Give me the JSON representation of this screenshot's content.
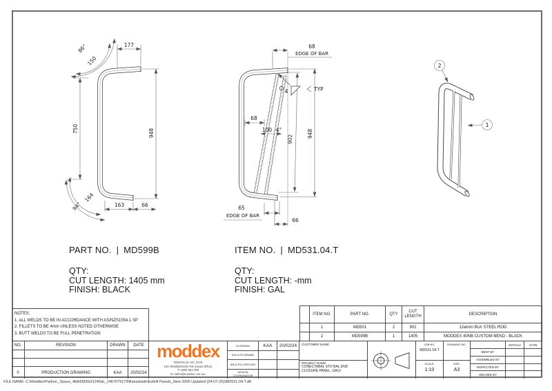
{
  "page": {
    "file_name": "FILE NAME: C:\\Moddex\\Partner_Space_4b8d2830cf1245dc_1467079179\\Balustrade\\Ezibilt Panels_New 3300 Updated (24-07-25)\\MD531.04.T.dft"
  },
  "part_block": {
    "label": "PART NO.",
    "separator": "|",
    "value": "MD599B",
    "qty": "QTY:",
    "cut_length": "CUT LENGTH: 1405 mm",
    "finish": "FINISH: BLACK"
  },
  "item_block": {
    "label": "ITEM NO.",
    "separator": "|",
    "value": "MD531.04.T",
    "qty": "QTY:",
    "cut_length": "CUT LENGTH: -mm",
    "finish": "FINISH: GAL"
  },
  "front_view": {
    "dims": {
      "top_angle": "86°",
      "top_radius": "150",
      "top_length": "177",
      "inner_height": "750",
      "overall_height": "948",
      "bottom_radius": "164",
      "bottom_angle": "94°",
      "bottom_length": "163",
      "bottom_offset": "66"
    }
  },
  "side_view": {
    "dims": {
      "top_offset": "68",
      "top_edge_label": "EDGE OF BAR",
      "weld_size": "4",
      "weld_note": "TYP",
      "rod_inset": "68",
      "rod_spacing": "100",
      "rod_angle": "4°",
      "rod_length": "902",
      "overall_height": "948",
      "bottom_edge_offset": "65",
      "bottom_edge_label": "EDGE OF BAR",
      "bottom_offset": "66"
    }
  },
  "iso_view": {
    "balloon_1": "1",
    "balloon_2": "2"
  },
  "notes": {
    "title": "NOTES:",
    "items": [
      "1. ALL WELDS TO BE IN ACCORDANCE WITH AS/NZS1554.1 SP",
      "2. FILLETS TO BE 4mm UNLESS NOTED OTHERWISE",
      "3. BUTT WELDS TO BE FULL PENETRATION"
    ]
  },
  "revision_table": {
    "headers": {
      "no": "NO.",
      "revision": "REVISION",
      "drawn": "DRAWN",
      "date": "DATE"
    },
    "rows": [
      {
        "no": "",
        "revision": "",
        "drawn": "",
        "date": ""
      },
      {
        "no": "",
        "revision": "",
        "drawn": "",
        "date": ""
      },
      {
        "no": "0",
        "revision": "PRODUCTION DRAWING",
        "drawn": "KAA",
        "date": "20/02/24"
      }
    ]
  },
  "brand": {
    "logo": "moddex",
    "color": "#EE7623",
    "address": [
      "ROWVILLE VIC 3178",
      "100 HENDERSON RD (Head Office)",
      "T\\ 1800 663 339",
      "E\\ sales@moddex.com.au"
    ]
  },
  "approval_table": {
    "rows": [
      {
        "label": "DI DRAWN",
        "initials": "KAA",
        "date": "20/02/24"
      },
      {
        "label": "INS & PD DRAWN",
        "initials": "",
        "date": ""
      },
      {
        "label": "INS & PD CHECKED",
        "initials": "",
        "date": ""
      },
      {
        "label": "DESIGN COORDINATOR",
        "initials": "",
        "date": ""
      }
    ]
  },
  "item_table": {
    "headers": {
      "item_no": "ITEM NO.",
      "part_no": "PART NO.",
      "qty": "QTY",
      "cut_length": "CUT LENGTH",
      "description": "DESCRIPTION"
    },
    "rows": [
      {
        "item_no": "1",
        "part_no": "MD501",
        "qty": "2",
        "cut_length": "902",
        "description": "12ømm BLK STEEL ROD"
      },
      {
        "item_no": "2",
        "part_no": "MD599B",
        "qty": "1",
        "cut_length": "1405",
        "description": "MODDEX 40NB CUSTOM BEND - BLACK"
      }
    ]
  },
  "title_block": {
    "customer_label": "CUSTOMER NAME:",
    "customer_name": "",
    "project_label": "PROJECT NAME:",
    "project_name": "CONECTABAL STD BAL END CLOSURE PANEL, GALV",
    "job_no_label": "JOB NO.",
    "job_no": "MD531.04.T",
    "drawing_no_label": "DRAWING NO.",
    "drawing_no": "",
    "scale_label": "SCALE.",
    "scale": "1:10",
    "size_label": "SIZE.",
    "size": "A3",
    "initials_header": "INITIALS",
    "date_header": "DATE",
    "signoff_rows": [
      "BENT BY",
      "ASSEMBLED BY",
      "INSPECTED BY",
      "WELDED BY"
    ]
  }
}
